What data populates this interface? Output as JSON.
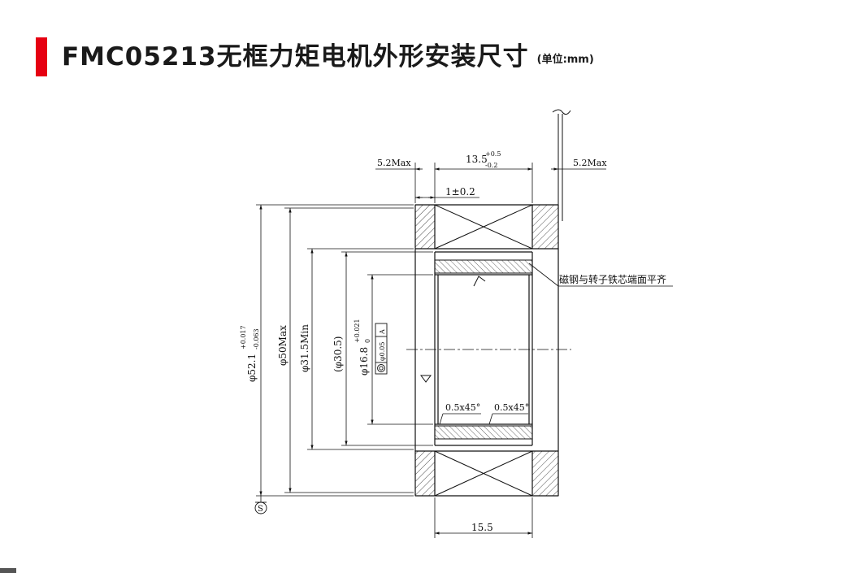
{
  "title": "FMC05213无框力矩电机外形安装尺寸",
  "unit": "(单位:mm)",
  "dims": {
    "left_max": "5.2Max",
    "right_max": "5.2Max",
    "top_width_base": "13.5",
    "top_width_tol_up": "+0.5",
    "top_width_tol_down": "-0.2",
    "offset": "1±0.2",
    "bottom_width": "15.5",
    "od_base": "φ52.1",
    "od_tol_up": "+0.017",
    "od_tol_down": "-0.063",
    "d50": "φ50Max",
    "d31": "φ31.5Min",
    "d30": "(φ30.5)",
    "bore_base": "φ16.8",
    "bore_tol_up": "+0.021",
    "bore_tol_down": "0",
    "tol_frame_value": "φ0.05",
    "tol_frame_ref": "A",
    "chamfer_left": "0.5x45°",
    "chamfer_right": "0.5x45°",
    "note": "磁钢与转子铁芯端面平齐",
    "datum": "S"
  }
}
